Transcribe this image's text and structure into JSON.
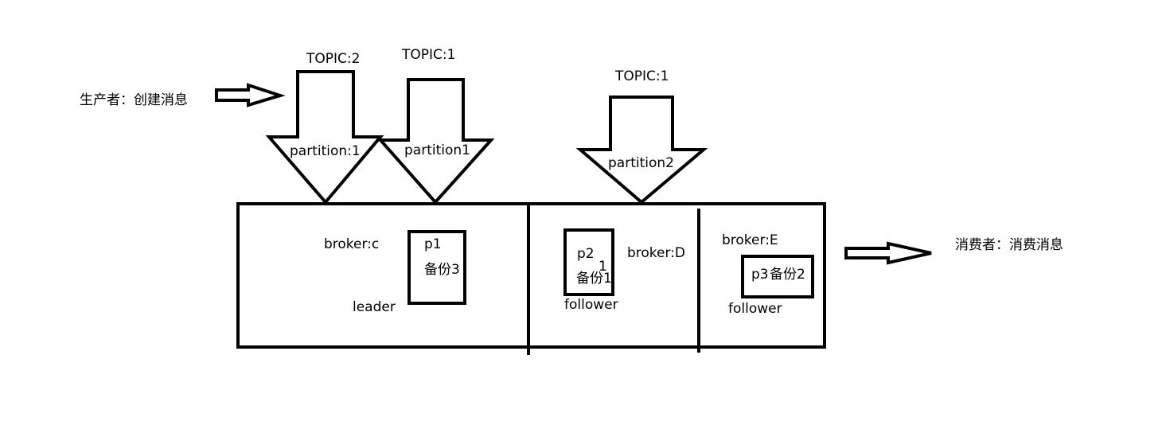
{
  "producer": {
    "label": "生产者：创建消息"
  },
  "consumer": {
    "label": "消费者：消费消息"
  },
  "topics": [
    {
      "topic_label": "TOPIC:2",
      "partition_label": "partition:1"
    },
    {
      "topic_label": "TOPIC:1",
      "partition_label": "partition1"
    },
    {
      "topic_label": "TOPIC:1",
      "partition_label": "partition2"
    }
  ],
  "brokers": [
    {
      "name": "broker:c",
      "partition_name": "p1",
      "backup": "备份3",
      "role": "leader"
    },
    {
      "name": "broker:D",
      "partition_name": "p2",
      "extra_mark": "1",
      "backup": "备份1",
      "role": "follower"
    },
    {
      "name": "broker:E",
      "partition_name": "p3",
      "backup": "备份2",
      "role": "follower"
    }
  ]
}
